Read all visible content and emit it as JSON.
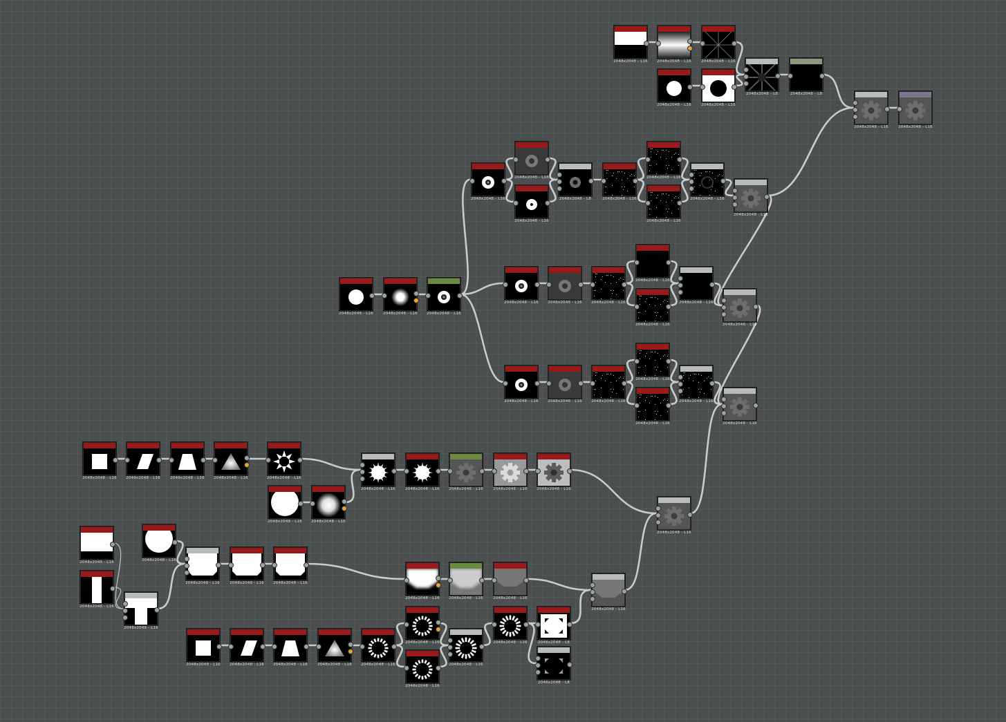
{
  "graph": {
    "background": "#4b4f4f",
    "header_colors": {
      "generator": "#9a1a1a",
      "filter": "#b9bcbc",
      "levels": "#6a8a40",
      "output": "#8a9a7a",
      "output2": "#7a7890"
    },
    "nodes": [
      {
        "id": "n1",
        "thumb": "half",
        "header": "generator",
        "label": "2048x2048 - L16",
        "ports_in": 0,
        "ports_out": 1
      },
      {
        "id": "n2",
        "thumb": "gradient",
        "header": "generator",
        "label": "2048x2048 - L16",
        "ports_in": 1,
        "ports_out": 2
      },
      {
        "id": "n3",
        "thumb": "rays",
        "header": "generator",
        "label": "2048x2048 - L16",
        "ports_in": 1,
        "ports_out": 1
      },
      {
        "id": "n4",
        "thumb": "disc-w",
        "header": "generator",
        "label": "2048x2048 - L16",
        "ports_in": 0,
        "ports_out": 1
      },
      {
        "id": "n5",
        "thumb": "disc-hole",
        "header": "generator",
        "label": "2048x2048 - L16",
        "ports_in": 1,
        "ports_out": 1
      },
      {
        "id": "n6",
        "thumb": "rays-dark",
        "header": "filter",
        "label": "2048x2048 - L8",
        "ports_in": 3,
        "ports_out": 1
      },
      {
        "id": "n7",
        "thumb": "black",
        "header": "output",
        "label": "2048x2048 - L8",
        "ports_in": 1,
        "ports_out": 1
      },
      {
        "id": "n8",
        "thumb": "gear",
        "header": "filter",
        "label": "2048x2048 - L16",
        "ports_in": 3,
        "ports_out": 1
      },
      {
        "id": "n9",
        "thumb": "gear",
        "header": "output2",
        "label": "2048x2048 - L16",
        "ports_in": 1,
        "ports_out": 0
      },
      {
        "id": "r1",
        "thumb": "ring",
        "header": "generator",
        "label": "2048x2048 - L16",
        "ports_in": 1,
        "ports_out": 1
      },
      {
        "id": "r2",
        "thumb": "ring-grey",
        "header": "generator",
        "label": "2048x2048 - L16",
        "ports_in": 1,
        "ports_out": 1
      },
      {
        "id": "r3",
        "thumb": "dot-white",
        "header": "generator",
        "label": "2048x2048 - L16",
        "ports_in": 1,
        "ports_out": 1
      },
      {
        "id": "r4",
        "thumb": "ring-small",
        "header": "filter",
        "label": "2048x2048 - L8",
        "ports_in": 3,
        "ports_out": 1
      },
      {
        "id": "r5",
        "thumb": "speckle",
        "header": "generator",
        "label": "2048x2048 - L16",
        "ports_in": 1,
        "ports_out": 1
      },
      {
        "id": "r6",
        "thumb": "speckle",
        "header": "generator",
        "label": "2048x2048 - L16",
        "ports_in": 1,
        "ports_out": 1
      },
      {
        "id": "r7",
        "thumb": "speckle",
        "header": "generator",
        "label": "2048x2048 - L16",
        "ports_in": 1,
        "ports_out": 1
      },
      {
        "id": "r8",
        "thumb": "ring-speck",
        "header": "filter",
        "label": "2048x2048 - L16",
        "ports_in": 3,
        "ports_out": 1
      },
      {
        "id": "r9",
        "thumb": "gear",
        "header": "filter",
        "label": "2048x2048 - L16",
        "ports_in": 3,
        "ports_out": 1
      },
      {
        "id": "m1",
        "thumb": "disc-w",
        "header": "generator",
        "label": "2048x2048 - L16",
        "ports_in": 0,
        "ports_out": 1
      },
      {
        "id": "m2",
        "thumb": "blur-dot",
        "header": "generator",
        "label": "2048x2048 - L16",
        "ports_in": 1,
        "ports_out": 2
      },
      {
        "id": "m3",
        "thumb": "ring",
        "header": "levels",
        "label": "2048x2048 - L16",
        "ports_in": 1,
        "ports_out": 1
      },
      {
        "id": "m4",
        "thumb": "ring",
        "header": "generator",
        "label": "2048x2048 - L16",
        "ports_in": 1,
        "ports_out": 1
      },
      {
        "id": "m5",
        "thumb": "ring-grey",
        "header": "generator",
        "label": "2048x2048 - L16",
        "ports_in": 1,
        "ports_out": 1
      },
      {
        "id": "m6",
        "thumb": "speckle",
        "header": "generator",
        "label": "2048x2048 - L16",
        "ports_in": 1,
        "ports_out": 1
      },
      {
        "id": "m7",
        "thumb": "black",
        "header": "generator",
        "label": "2048x2048 - L16",
        "ports_in": 1,
        "ports_out": 1
      },
      {
        "id": "m8",
        "thumb": "speckle",
        "header": "generator",
        "label": "2048x2048 - L16",
        "ports_in": 1,
        "ports_out": 1
      },
      {
        "id": "m9",
        "thumb": "black",
        "header": "filter",
        "label": "2048x2048 - L16",
        "ports_in": 3,
        "ports_out": 1
      },
      {
        "id": "m10",
        "thumb": "gear",
        "header": "filter",
        "label": "2048x2048 - L16",
        "ports_in": 3,
        "ports_out": 1
      },
      {
        "id": "s1",
        "thumb": "ring",
        "header": "generator",
        "label": "2048x2048 - L16",
        "ports_in": 1,
        "ports_out": 1
      },
      {
        "id": "s2",
        "thumb": "ring-grey",
        "header": "generator",
        "label": "2048x2048 - L16",
        "ports_in": 1,
        "ports_out": 1
      },
      {
        "id": "s3",
        "thumb": "speckle",
        "header": "generator",
        "label": "2048x2048 - L16",
        "ports_in": 1,
        "ports_out": 1
      },
      {
        "id": "s4",
        "thumb": "speckle",
        "header": "generator",
        "label": "2048x2048 - L16",
        "ports_in": 1,
        "ports_out": 1
      },
      {
        "id": "s5",
        "thumb": "speckle",
        "header": "generator",
        "label": "2048x2048 - L16",
        "ports_in": 1,
        "ports_out": 1
      },
      {
        "id": "s6",
        "thumb": "speckle",
        "header": "filter",
        "label": "2048x2048 - L16",
        "ports_in": 3,
        "ports_out": 1
      },
      {
        "id": "s7",
        "thumb": "gear",
        "header": "filter",
        "label": "2048x2048 - L16",
        "ports_in": 3,
        "ports_out": 1
      },
      {
        "id": "g1",
        "thumb": "square",
        "header": "generator",
        "label": "2048x2048 - L16",
        "ports_in": 0,
        "ports_out": 1
      },
      {
        "id": "g2",
        "thumb": "parallelogram",
        "header": "generator",
        "label": "2048x2048 - L16",
        "ports_in": 1,
        "ports_out": 1
      },
      {
        "id": "g3",
        "thumb": "trapezoid",
        "header": "generator",
        "label": "2048x2048 - L16",
        "ports_in": 1,
        "ports_out": 1
      },
      {
        "id": "g4",
        "thumb": "triangle",
        "header": "generator",
        "label": "2048x2048 - L16",
        "ports_in": 1,
        "ports_out": 2
      },
      {
        "id": "g5",
        "thumb": "burst",
        "header": "generator",
        "label": "2048x2048 - L16",
        "ports_in": 1,
        "ports_out": 1
      },
      {
        "id": "g6",
        "thumb": "disc-big",
        "header": "generator",
        "label": "2048x2048 - L16",
        "ports_in": 0,
        "ports_out": 1
      },
      {
        "id": "g7",
        "thumb": "blur-big",
        "header": "generator",
        "label": "2048x2048 - L16",
        "ports_in": 1,
        "ports_out": 2
      },
      {
        "id": "g8",
        "thumb": "star",
        "header": "filter",
        "label": "2048x2048 - L16",
        "ports_in": 3,
        "ports_out": 1
      },
      {
        "id": "g9",
        "thumb": "star",
        "header": "generator",
        "label": "2048x2048 - L16",
        "ports_in": 1,
        "ports_out": 1
      },
      {
        "id": "g10",
        "thumb": "gear",
        "header": "levels",
        "label": "2048x2048 - L16",
        "ports_in": 1,
        "ports_out": 1
      },
      {
        "id": "g11",
        "thumb": "gear-light",
        "header": "generator",
        "label": "2048x2048 - L16",
        "ports_in": 1,
        "ports_out": 1
      },
      {
        "id": "g12",
        "thumb": "gear-mid",
        "header": "generator",
        "label": "2048x2048 - L16",
        "ports_in": 1,
        "ports_out": 1
      },
      {
        "id": "g13",
        "thumb": "gear",
        "header": "filter",
        "label": "2048x2048 - L16",
        "ports_in": 3,
        "ports_out": 1
      },
      {
        "id": "b1",
        "thumb": "white-top",
        "header": "generator",
        "label": "2048x2048 - L16",
        "ports_in": 0,
        "ports_out": 1
      },
      {
        "id": "b2",
        "thumb": "pillar",
        "header": "generator",
        "label": "2048x2048 - L16",
        "ports_in": 0,
        "ports_out": 1
      },
      {
        "id": "b3",
        "thumb": "disc-top",
        "header": "generator",
        "label": "2048x2048 - L16",
        "ports_in": 0,
        "ports_out": 1
      },
      {
        "id": "b4",
        "thumb": "t-shape",
        "header": "filter",
        "label": "2048x2048 - L16",
        "ports_in": 3,
        "ports_out": 1
      },
      {
        "id": "b5",
        "thumb": "cut-box",
        "header": "filter",
        "label": "2048x2048 - L16",
        "ports_in": 3,
        "ports_out": 1
      },
      {
        "id": "b6",
        "thumb": "cut-box",
        "header": "generator",
        "label": "2048x2048 - L16",
        "ports_in": 1,
        "ports_out": 1
      },
      {
        "id": "b7",
        "thumb": "cut-box",
        "header": "generator",
        "label": "2048x2048 - L16",
        "ports_in": 1,
        "ports_out": 1
      },
      {
        "id": "b8",
        "thumb": "fuzzy-box",
        "header": "generator",
        "label": "2048x2048 - L16",
        "ports_in": 1,
        "ports_out": 2
      },
      {
        "id": "b9",
        "thumb": "fuzzy-grey",
        "header": "levels",
        "label": "2048x2048 - L16",
        "ports_in": 1,
        "ports_out": 1
      },
      {
        "id": "b10",
        "thumb": "grey-box",
        "header": "generator",
        "label": "2048x2048 - L16",
        "ports_in": 1,
        "ports_out": 1
      },
      {
        "id": "b11",
        "thumb": "grey-box",
        "header": "filter",
        "label": "2048x2048 - L16",
        "ports_in": 3,
        "ports_out": 1
      },
      {
        "id": "c1",
        "thumb": "square",
        "header": "generator",
        "label": "2048x2048 - L16",
        "ports_in": 0,
        "ports_out": 1
      },
      {
        "id": "c2",
        "thumb": "parallelogram",
        "header": "generator",
        "label": "2048x2048 - L16",
        "ports_in": 1,
        "ports_out": 1
      },
      {
        "id": "c3",
        "thumb": "trapezoid",
        "header": "generator",
        "label": "2048x2048 - L16",
        "ports_in": 1,
        "ports_out": 1
      },
      {
        "id": "c4",
        "thumb": "triangle",
        "header": "generator",
        "label": "2048x2048 - L16",
        "ports_in": 1,
        "ports_out": 2
      },
      {
        "id": "c5",
        "thumb": "dash-ring",
        "header": "generator",
        "label": "2048x2048 - L16",
        "ports_in": 1,
        "ports_out": 1
      },
      {
        "id": "c6",
        "thumb": "dash-ring",
        "header": "generator",
        "label": "2048x2048 - L16",
        "ports_in": 1,
        "ports_out": 2
      },
      {
        "id": "c7",
        "thumb": "dash-ring",
        "header": "generator",
        "label": "2048x2048 - L16",
        "ports_in": 1,
        "ports_out": 1
      },
      {
        "id": "c8",
        "thumb": "dash-ring-bold",
        "header": "filter",
        "label": "2048x2048 - L16",
        "ports_in": 3,
        "ports_out": 1
      },
      {
        "id": "c9",
        "thumb": "dash-ring-bold",
        "header": "generator",
        "label": "2048x2048 - L16",
        "ports_in": 1,
        "ports_out": 1
      },
      {
        "id": "c10",
        "thumb": "white-corners",
        "header": "generator",
        "label": "2048x2048 - L8",
        "ports_in": 1,
        "ports_out": 1
      },
      {
        "id": "c11",
        "thumb": "dark-corners",
        "header": "filter",
        "label": "2048x2048 - L8",
        "ports_in": 3,
        "ports_out": 1
      }
    ]
  }
}
